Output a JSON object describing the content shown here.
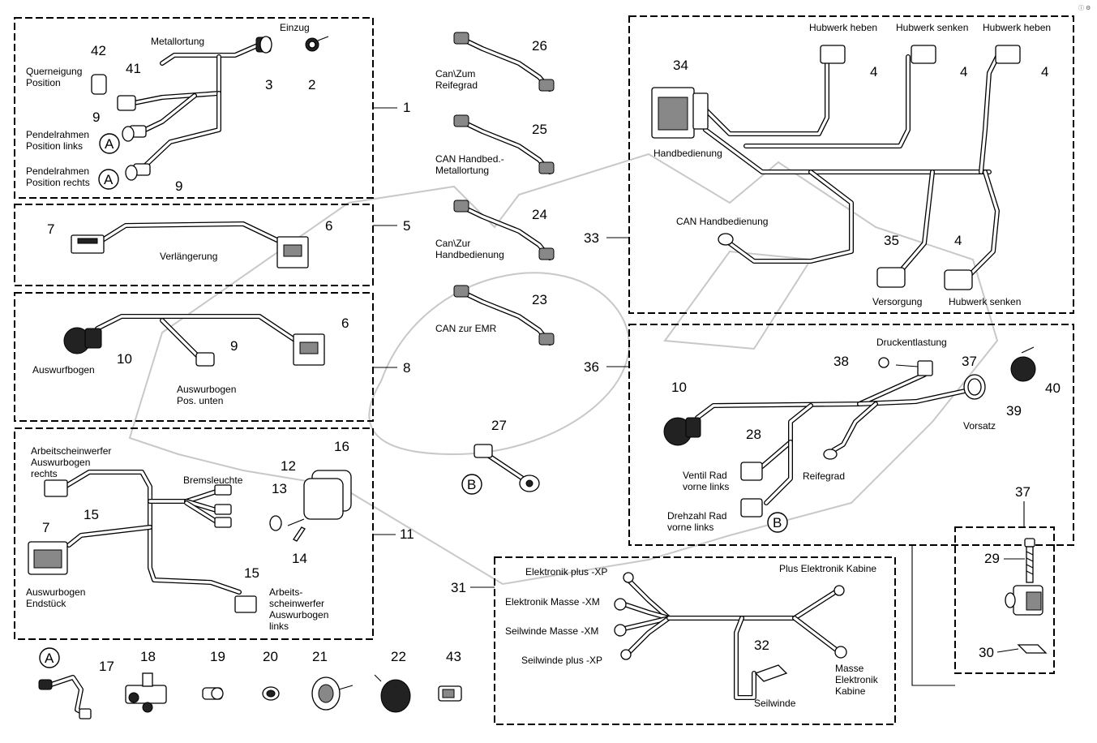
{
  "top_right_text": "ⓘ ⚙",
  "callout_numbers": {
    "n1": "1",
    "n2": "2",
    "n3": "3",
    "n4a": "4",
    "n4b": "4",
    "n4c": "4",
    "n4d": "4",
    "n5": "5",
    "n6a": "6",
    "n6b": "6",
    "n7a": "7",
    "n7b": "7",
    "n8": "8",
    "n9a": "9",
    "n9b": "9",
    "n9c": "9",
    "n10a": "10",
    "n10b": "10",
    "n11": "11",
    "n12": "12",
    "n13": "13",
    "n14": "14",
    "n15a": "15",
    "n15b": "15",
    "n16": "16",
    "n17": "17",
    "n18": "18",
    "n19": "19",
    "n20": "20",
    "n21": "21",
    "n22": "22",
    "n23": "23",
    "n24": "24",
    "n25": "25",
    "n26": "26",
    "n27": "27",
    "n28": "28",
    "n29": "29",
    "n30": "30",
    "n31": "31",
    "n32": "32",
    "n33": "33",
    "n34": "34",
    "n35": "35",
    "n36": "36",
    "n37a": "37",
    "n37b": "37",
    "n38": "38",
    "n39": "39",
    "n40": "40",
    "n41": "41",
    "n42": "42",
    "n43": "43"
  },
  "markers": {
    "A1": "A",
    "A2": "A",
    "A3": "A",
    "B1": "B",
    "B2": "B"
  },
  "labels": {
    "metallortung": "Metallortung",
    "einzug": "Einzug",
    "querneigung_1": "Querneigung",
    "querneigung_2": "Position",
    "pendel_links_1": "Pendelrahmen",
    "pendel_links_2": "Position links",
    "pendel_rechts_1": "Pendelrahmen",
    "pendel_rechts_2": "Position rechts",
    "verlaengerung": "Verlängerung",
    "auswurfbogen": "Auswurfbogen",
    "auswurfbogen_pos_1": "Auswurbogen",
    "auswurfbogen_pos_2": "Pos. unten",
    "arbeitsschein_rechts_1": "Arbeitscheinwerfer",
    "arbeitsschein_rechts_2": "Auswurbogen",
    "arbeitsschein_rechts_3": "rechts",
    "bremsleuchte": "Bremsleuchte",
    "auswurbogen_end_1": "Auswurbogen",
    "auswurbogen_end_2": "Endstück",
    "arbeitsschein_links_1": "Arbeits-",
    "arbeitsschein_links_2": "scheinwerfer",
    "arbeitsschein_links_3": "Auswurbogen",
    "arbeitsschein_links_4": "links",
    "can_reifegrad_1": "Can\\Zum",
    "can_reifegrad_2": "Reifegrad",
    "can_handbed_1": "CAN Handbed.-",
    "can_handbed_2": "Metallortung",
    "can_zur_handbed_1": "Can\\Zur",
    "can_zur_handbed_2": "Handbedienung",
    "can_emr": "CAN zur EMR",
    "hubwerk_heben_1": "Hubwerk heben",
    "hubwerk_senken_1": "Hubwerk senken",
    "hubwerk_heben_2": "Hubwerk heben",
    "handbedienung": "Handbedienung",
    "can_handbedienung": "CAN Handbedienung",
    "versorgung": "Versorgung",
    "hubwerk_senken_2": "Hubwerk senken",
    "druckentlastung": "Druckentlastung",
    "vorsatz": "Vorsatz",
    "ventil_rad_1": "Ventil Rad",
    "ventil_rad_2": "vorne links",
    "reifegrad": "Reifegrad",
    "drehzahl_rad_1": "Drehzahl Rad",
    "drehzahl_rad_2": "vorne links",
    "elektronik_plus": "Elektronik plus -XP",
    "elektronik_masse": "Elektronik Masse -XM",
    "seilwinde_masse": "Seilwinde Masse -XM",
    "seilwinde_plus": "Seilwinde plus -XP",
    "plus_elektronik_kabine": "Plus Elektronik Kabine",
    "masse_kabine_1": "Masse",
    "masse_kabine_2": "Elektronik",
    "masse_kabine_3": "Kabine",
    "seilwinde": "Seilwinde"
  }
}
